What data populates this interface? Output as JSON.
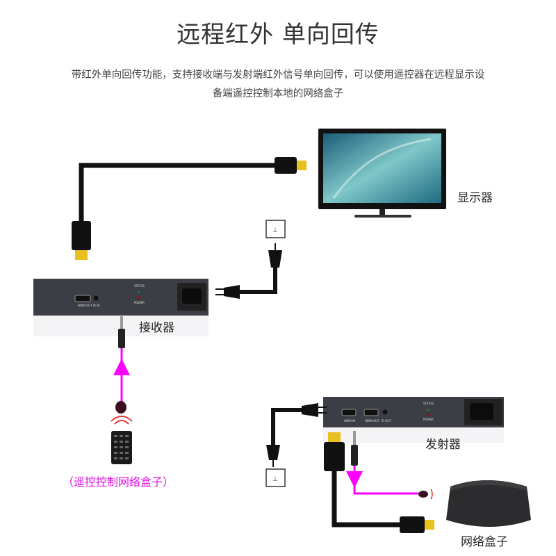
{
  "title": "远程红外 单向回传",
  "description": {
    "line1": "带红外单向回传功能，支持接收端与发射端红外信号单向回传，可以使用遥控器在远程显示设",
    "line2": "备端遥控控制本地的网络盒子"
  },
  "labels": {
    "display": "显示器",
    "receiver": "接收器",
    "transmitter": "发射器",
    "network_box": "网络盒子",
    "remote": "（遥控控制网络盒子）"
  },
  "receiver_panel": {
    "hdmi_out": "HDMI OUT",
    "ir_in": "IR IN",
    "status": "STATUS",
    "power": "POWER"
  },
  "transmitter_panel": {
    "hdmi_in": "HDMI IN",
    "hdmi_out": "HDMI OUT",
    "ir_out": "IR OUT",
    "status": "STATUS",
    "power": "POWER"
  },
  "colors": {
    "ir_line": "#ff00ff",
    "device": "#3b3e44",
    "hdmi_tip": "#e8c020"
  }
}
